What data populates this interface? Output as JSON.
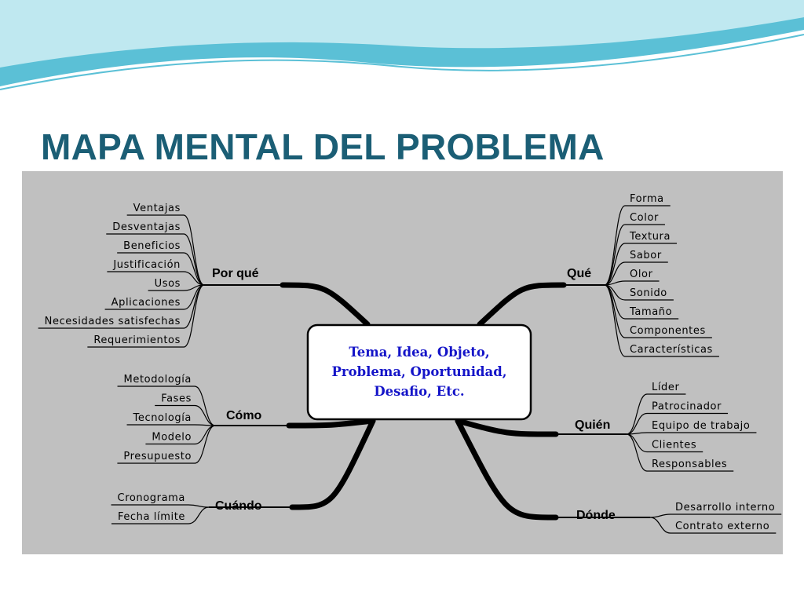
{
  "slide": {
    "title": "MAPA MENTAL DEL PROBLEMA",
    "colors": {
      "title": "#1b5e75",
      "panel": "#c0c0c0",
      "center_text": "#1414c8",
      "wave_primary": "#5bc0d6",
      "wave_light": "#bfe8f0"
    }
  },
  "mindmap": {
    "center": {
      "lines": [
        "Tema, Idea, Objeto,",
        "Problema, Oportunidad,",
        "Desafio, Etc."
      ]
    },
    "branches": [
      {
        "label": "Por qué",
        "side": "left",
        "items": [
          "Ventajas",
          "Desventajas",
          "Beneficios",
          "Justificación",
          "Usos",
          "Aplicaciones",
          "Necesidades satisfechas",
          "Requerimientos"
        ]
      },
      {
        "label": "Cómo",
        "side": "left",
        "items": [
          "Metodología",
          "Fases",
          "Tecnología",
          "Modelo",
          "Presupuesto"
        ]
      },
      {
        "label": "Cuándo",
        "side": "left",
        "items": [
          "Cronograma",
          "Fecha límite"
        ]
      },
      {
        "label": "Qué",
        "side": "right",
        "items": [
          "Forma",
          "Color",
          "Textura",
          "Sabor",
          "Olor",
          "Sonido",
          "Tamaño",
          "Componentes",
          "Características"
        ]
      },
      {
        "label": "Quién",
        "side": "right",
        "items": [
          "Líder",
          "Patrocinador",
          "Equipo de trabajo",
          "Clientes",
          "Responsables"
        ]
      },
      {
        "label": "Dónde",
        "side": "right",
        "items": [
          "Desarrollo interno",
          "Contrato externo"
        ]
      }
    ]
  }
}
